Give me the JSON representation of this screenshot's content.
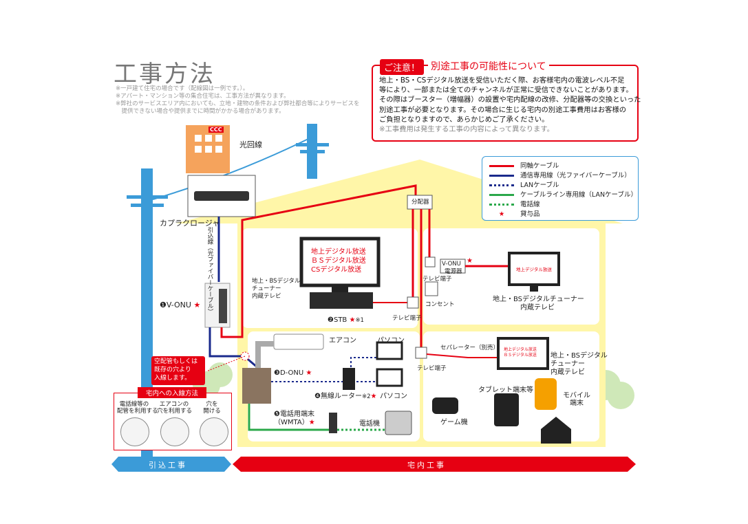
{
  "title": "工事方法",
  "notes": [
    "※一戸建て住宅の場合です（配線図は一例です。）。",
    "※アパート・マンション等の集合住宅は、工事方法が異なります。",
    "※弊社のサービスエリア内においても、立地・建物の条件および弊社都合等によりサービスを",
    "　提供できない場合や提供までに時間がかかる場合があります。"
  ],
  "caution": {
    "badge": "ご注意！",
    "heading": "別途工事の可能性について",
    "lines": [
      "地上・BS・CSデジタル放送を受信いただく際、お客様宅内の電波レベル不足",
      "等により、一部または全てのチャンネルが正常に受信できないことがあります。",
      "その際はブースター（増幅器）の設置や宅内配線の改修、分配器等の交換といった",
      "別途工事が必要となります。その場合に生じる宅内の別途工事費用はお客様の",
      "ご負担となりますので、あらかじめご了承ください。"
    ],
    "footnote": "※工事費用は発生する工事の内容によって異なります。"
  },
  "legend": [
    {
      "label": "同軸ケーブル",
      "style": "solid",
      "color": "#e60012"
    },
    {
      "label": "通信専用線（光ファイバーケーブル）",
      "style": "solid",
      "color": "#1a2a8c"
    },
    {
      "label": "LANケーブル",
      "style": "dotted",
      "color": "#1a2a8c"
    },
    {
      "label": "ケーブルライン専用線（LANケーブル）",
      "style": "solid",
      "color": "#2aa84a"
    },
    {
      "label": "電話線",
      "style": "dotted",
      "color": "#2aa84a"
    },
    {
      "label": "貸与品",
      "style": "star",
      "color": "#e60012"
    }
  ],
  "building_logo": "CCC",
  "labels": {
    "fiber_line": "光回線",
    "closure": "カプラクロージャ",
    "dropline": "引込線（光ファイバーケーブル）",
    "v_onu_main": "❶V-ONU",
    "splitter": "分配器",
    "tv_big_lines": [
      "地上デジタル放送",
      "ＢＳデジタル放送",
      "CSデジタル放送"
    ],
    "tv_tuner": [
      "地上・BSデジタル",
      "チューナー",
      "内蔵テレビ"
    ],
    "stb": "❷STB",
    "stb_note": "※1",
    "tv_terminal_1": "テレビ端子",
    "v_onu_small": "V-ONU",
    "power_supply": "電源器",
    "tv_terminal_2": "テレビ端子",
    "outlet": "コンセント",
    "tv_right_screen": "地上デジタル放送",
    "tv_right_caption": [
      "地上・BSデジタルチューナー",
      "内蔵テレビ"
    ],
    "aircon": "エアコン",
    "pc_top": "パソコン",
    "pc_bottom": "パソコン",
    "separator": "セパレーター（別売）",
    "tv_terminal_3": "テレビ端子",
    "tv_small_screen": [
      "地上デジタル放送",
      "ＢＳデジタル放送"
    ],
    "tv_small_caption": [
      "地上・BSデジタル",
      "チューナー",
      "内蔵テレビ"
    ],
    "entry_note": [
      "空配管もしくは",
      "既存の穴より",
      "入線します。"
    ],
    "d_onu": "❸D-ONU",
    "router": "❹無線ルーター",
    "router_note": "※2",
    "tablet": "タブレット端末等",
    "mobile": [
      "モバイル",
      "端末"
    ],
    "game": "ゲーム機",
    "wmta": [
      "❺電話用端末",
      "（WMTA）"
    ],
    "phone": "電話機",
    "entry_box_title": "宅内への入線方法",
    "entry_methods": [
      [
        "電話線等の",
        "配管を利用する"
      ],
      [
        "エアコンの",
        "穴を利用する"
      ],
      [
        "穴を",
        "開ける"
      ]
    ],
    "bar_left": "引込工事",
    "bar_right": "宅内工事"
  },
  "colors": {
    "coax": "#e60012",
    "fiber": "#1a2a8c",
    "green": "#2aa84a",
    "pole": "#3b9bd8",
    "house": "#fff6a8"
  }
}
